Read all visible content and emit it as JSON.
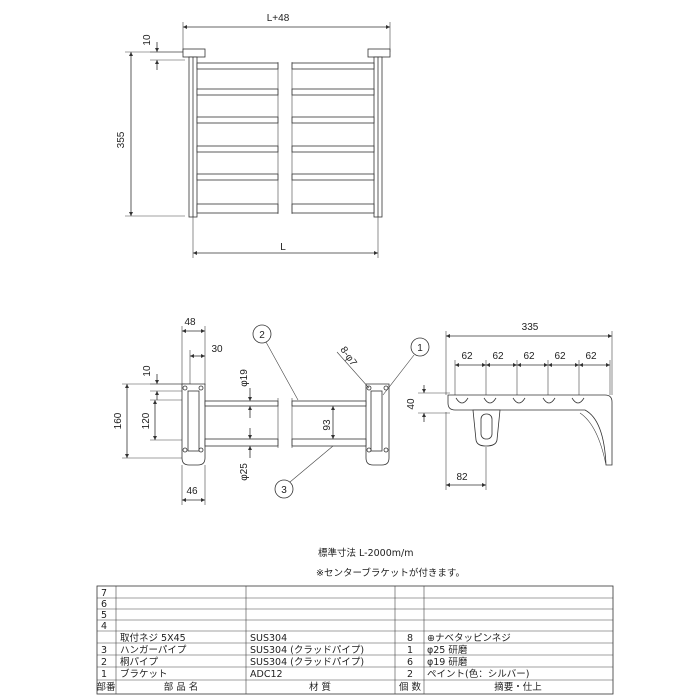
{
  "front_view": {
    "dims": {
      "top_width": "L+48",
      "top_offset": "10",
      "height": "355",
      "bottom_width": "L"
    }
  },
  "side_view": {
    "dims": {
      "width_48": "48",
      "width_30": "30",
      "offset_10": "10",
      "height_120": "120",
      "height_160": "160",
      "dia_19": "φ19",
      "dia_25": "φ25",
      "width_46": "46",
      "spacing_93": "93",
      "holes": "8-φ7"
    },
    "callouts": [
      "2",
      "3",
      "1"
    ]
  },
  "plan_view": {
    "dims": {
      "total": "335",
      "pitch": [
        "62",
        "62",
        "62",
        "62",
        "62"
      ],
      "height": "40",
      "base": "82"
    }
  },
  "notes": {
    "standard": "標準寸法 L-2000m/m",
    "center_bracket": "※センターブラケットが付きます。"
  },
  "parts_table": {
    "headers": [
      "部番",
      "部 品 名",
      "材 質",
      "個 数",
      "摘要・仕上"
    ],
    "rows": [
      [
        "7",
        "",
        "",
        "",
        ""
      ],
      [
        "6",
        "",
        "",
        "",
        ""
      ],
      [
        "5",
        "",
        "",
        "",
        ""
      ],
      [
        "4",
        "取付ネジ 5X45",
        "SUS304",
        "8",
        "⊕ナベタッピンネジ"
      ],
      [
        "3",
        "ハンガーパイプ",
        "SUS304 (クラッドパイプ)",
        "1",
        "φ25 研磨"
      ],
      [
        "2",
        "桐パイプ",
        "SUS304 (クラッドパイプ)",
        "6",
        "φ19 研磨"
      ],
      [
        "1",
        "ブラケット",
        "ADC12",
        "2",
        "ペイント(色：シルバー)"
      ]
    ]
  }
}
